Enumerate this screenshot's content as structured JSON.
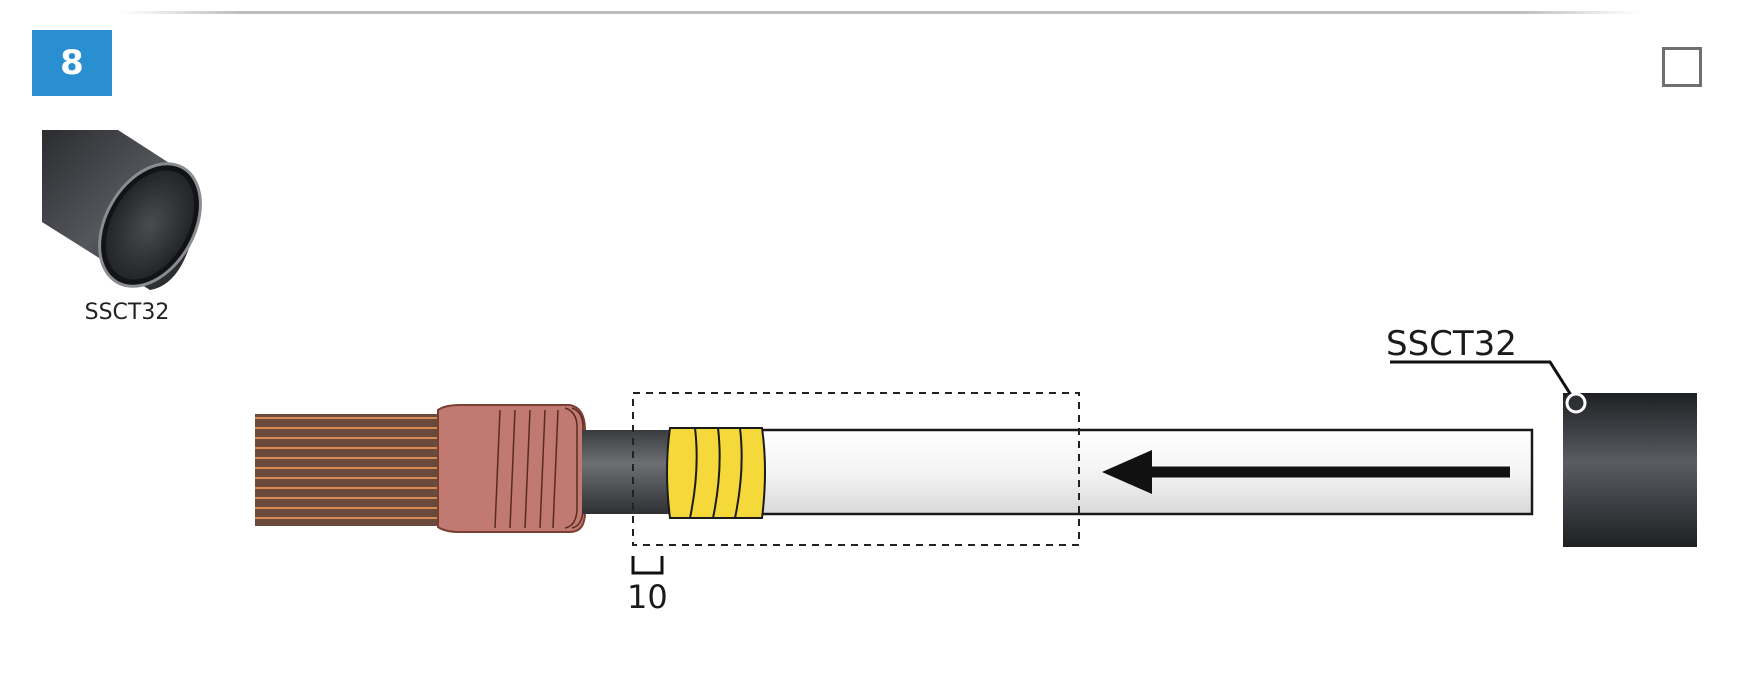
{
  "step": {
    "number": "8"
  },
  "part": {
    "caption": "SSCT32",
    "icon": "heat-shrink-tube-icon"
  },
  "callout": {
    "label": "SSCT32"
  },
  "dimension": {
    "value": "10"
  },
  "colors": {
    "badge": "#2a8fd0",
    "tube_dark": "#2e2f33",
    "copper": "#c07a72",
    "tape": "#f5d93a",
    "sleeve": "#f2f2f2"
  }
}
